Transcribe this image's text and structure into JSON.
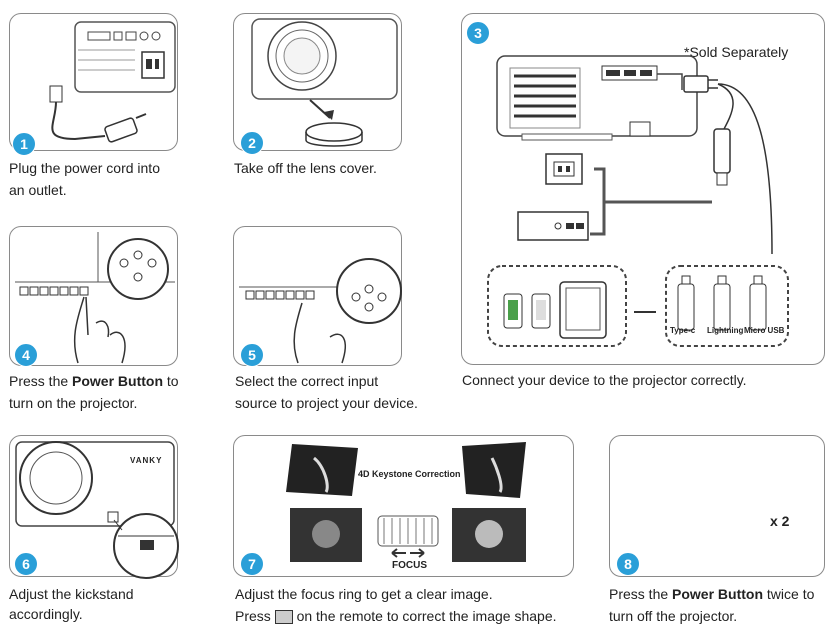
{
  "steps": [
    {
      "num": "1",
      "line1": "Plug the power cord into",
      "line2": "an outlet."
    },
    {
      "num": "2",
      "line1": "Take off the lens cover."
    },
    {
      "num": "3",
      "note": "*Sold Separately",
      "line1": "Connect your device to the projector correctly.",
      "labels": {
        "typec": "Type-c",
        "lightning": "Lightning",
        "micro": "Micro USB"
      }
    },
    {
      "num": "4",
      "line1_pre": "Press the ",
      "line1_bold": "Power Button",
      "line1_post": " to",
      "line2": "turn on the projector."
    },
    {
      "num": "5",
      "line1": "Select the correct input",
      "line2": "source to project your device."
    },
    {
      "num": "6",
      "line1": "Adjust the kickstand",
      "line2": "accordingly.",
      "brand": "VANKY"
    },
    {
      "num": "7",
      "keystone_label": "4D Keystone Correction",
      "focus_label": "FOCUS",
      "line1": "Adjust the focus ring to get a clear image.",
      "line2_pre": "Press ",
      "line2_post": " on the remote to correct the image shape."
    },
    {
      "num": "8",
      "times": "x 2",
      "line1_pre": "Press the ",
      "line1_bold": "Power Button",
      "line1_post": " twice to",
      "line2": "turn off the projector."
    }
  ],
  "colors": {
    "badge": "#2a9fd8",
    "border": "#8a8a8a"
  }
}
